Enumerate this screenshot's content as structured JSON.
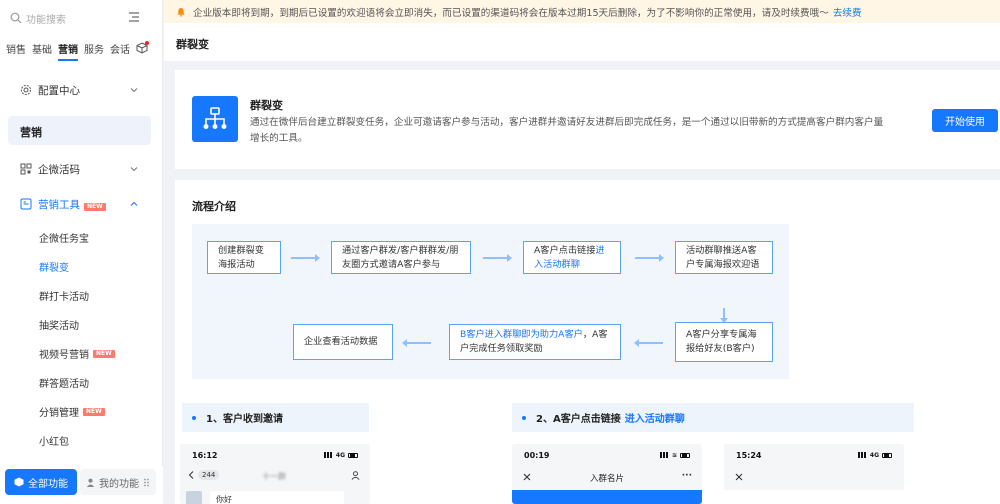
{
  "sidebar": {
    "search_placeholder": "功能搜索",
    "top_tabs": [
      "销售",
      "基础",
      "营销",
      "服务",
      "会话"
    ],
    "config_center": "配置中心",
    "section_title": "营销",
    "wecom_code": "企微活码",
    "marketing_tools": "营销工具",
    "new_badge": "NEW",
    "sub_items": [
      "企微任务宝",
      "群裂变",
      "群打卡活动",
      "抽奖活动",
      "视频号营销",
      "群答题活动",
      "分销管理",
      "小红包"
    ],
    "all_functions": "全部功能",
    "my_functions": "我的功能"
  },
  "notice": {
    "text": "企业版本即将到期，到期后已设置的欢迎语将会立即消失，而已设置的渠道码将会在版本过期15天后删除，为了不影响你的正常使用，请及时续费哦～",
    "link": "去续费"
  },
  "page": {
    "title": "群裂变"
  },
  "intro": {
    "title": "群裂变",
    "desc": "通过在微伴后台建立群裂变任务，企业可邀请客户参与活动，客户进群并邀请好友进群后即完成任务，是一个通过以旧带新的方式提高客户群内客户量增长的工具。",
    "start_button": "开始使用"
  },
  "flow": {
    "title": "流程介绍",
    "box1": "创建群裂变海报活动",
    "box2": "通过客户群发/客户群群发/朋友圈方式邀请A客户参与",
    "box3_pre": "A客户点击链接",
    "box3_hl": "进入活动群聊",
    "box4": "活动群聊推送A客户专属海报欢迎语",
    "box5": "A客户分享专属海报给好友(B客户)",
    "box6_hl": "B客户进入群聊即为助力A客户",
    "box6_post": "，A客户完成任务领取奖励",
    "box7": "企业查看活动数据"
  },
  "steps": {
    "step1": "1、客户收到邀请",
    "step2_pre": "2、A客户点击链接",
    "step2_hl": "进入活动群聊"
  },
  "phones": {
    "phone1": {
      "time": "16:12",
      "net": "4G",
      "back": "244",
      "name": "十一群",
      "msg": "你好"
    },
    "phone2": {
      "time": "00:19",
      "title": "入群名片",
      "more": "···"
    },
    "phone3": {
      "time": "15:24",
      "net": "4G"
    }
  },
  "colors": {
    "accent": "#1677ff",
    "notice_bg": "#fff6e6",
    "badge": "#ff7a6a"
  }
}
